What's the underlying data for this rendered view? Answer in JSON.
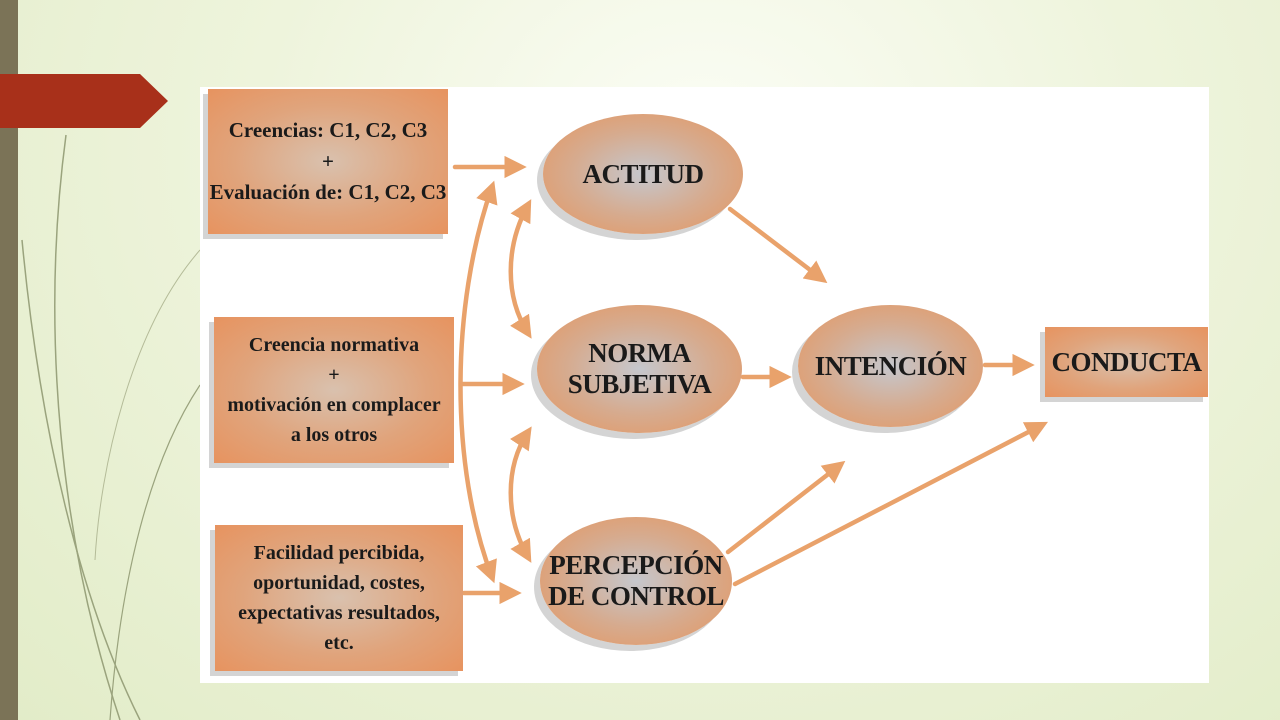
{
  "slide": {
    "accent_color": "#a8301a",
    "side_bar_color": "#7b7357"
  },
  "diagram": {
    "inputs": {
      "beliefs": [
        "Creencias: C1, C2, C3",
        "+",
        "Evaluación de: C1, C2, C3"
      ],
      "normative": [
        "Creencia normativa",
        "+",
        "motivación en complacer",
        "a los otros"
      ],
      "facility": [
        "Facilidad percibida,",
        "oportunidad, costes,",
        "expectativas resultados,",
        "etc."
      ]
    },
    "constructs": {
      "actitud": [
        "ACTITUD"
      ],
      "norma": [
        "NORMA",
        "SUBJETIVA"
      ],
      "control": [
        "PERCEPCIÓN",
        "DE CONTROL"
      ],
      "intencion": [
        "INTENCIÓN"
      ]
    },
    "outcome": [
      "CONDUCTA"
    ],
    "arrow_color": "#e9a26b"
  }
}
